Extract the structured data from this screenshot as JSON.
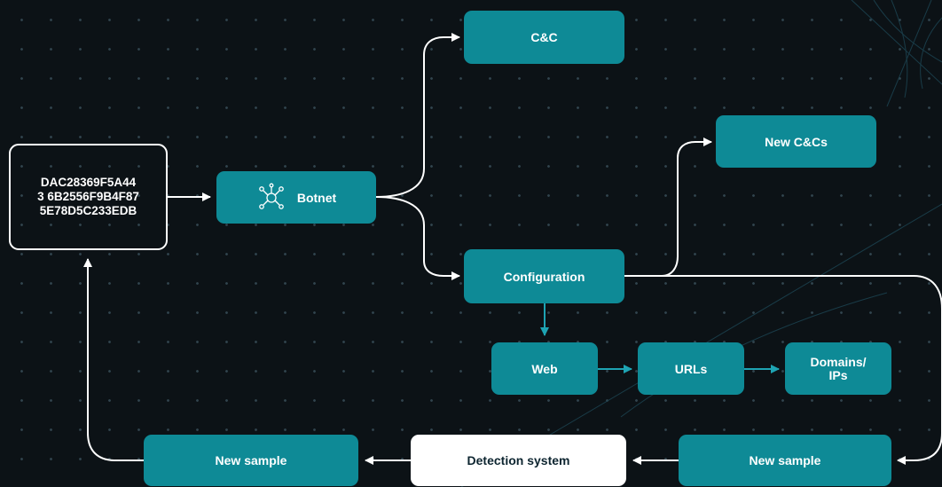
{
  "colors": {
    "background": "#0c1216",
    "node_fill": "#0e8a96",
    "connector": "#ffffff",
    "web_branch_connector": "#1ea4b3",
    "highlight_node": "#ffffff"
  },
  "nodes": {
    "hash": {
      "lines": [
        "DAC28369F5A44",
        "3 6B2556F9B4F87",
        "5E78D5C233EDB"
      ]
    },
    "botnet": {
      "label": "Botnet",
      "icon": "network-virus-icon"
    },
    "cnc": {
      "label": "C&C"
    },
    "new_cncs": {
      "label": "New C&Cs"
    },
    "configuration": {
      "label": "Configuration"
    },
    "web": {
      "label": "Web"
    },
    "urls": {
      "label": "URLs"
    },
    "domains_ips": {
      "lines": [
        "Domains/",
        "IPs"
      ]
    },
    "new_sample_right": {
      "label": "New sample"
    },
    "detection_system": {
      "label": "Detection system"
    },
    "new_sample_left": {
      "label": "New sample"
    }
  }
}
